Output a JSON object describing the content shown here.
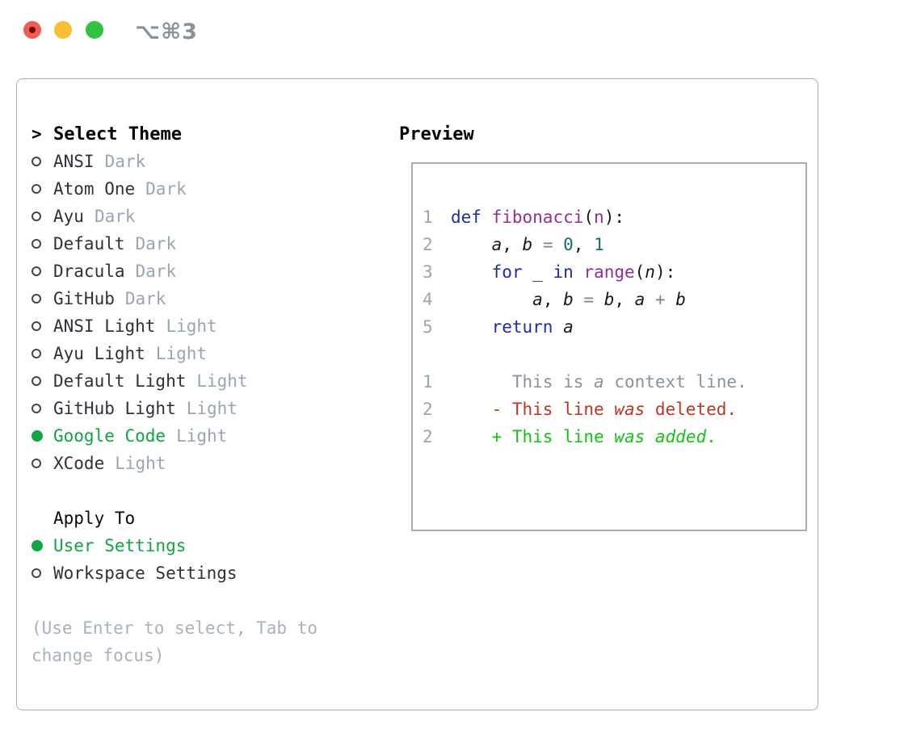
{
  "window": {
    "shortcut_label": "⌥⌘3",
    "traffic_lights": [
      {
        "name": "close",
        "color": "#f15b51"
      },
      {
        "name": "minimize",
        "color": "#f7bd33"
      },
      {
        "name": "zoom",
        "color": "#2fc33f"
      }
    ]
  },
  "theme_panel": {
    "cursor": ">",
    "title": "Select Theme",
    "items": [
      {
        "name": "ANSI",
        "variant": "Dark",
        "selected": false
      },
      {
        "name": "Atom One",
        "variant": "Dark",
        "selected": false
      },
      {
        "name": "Ayu",
        "variant": "Dark",
        "selected": false
      },
      {
        "name": "Default",
        "variant": "Dark",
        "selected": false
      },
      {
        "name": "Dracula",
        "variant": "Dark",
        "selected": false
      },
      {
        "name": "GitHub",
        "variant": "Dark",
        "selected": false
      },
      {
        "name": "ANSI Light",
        "variant": "Light",
        "selected": false
      },
      {
        "name": "Ayu Light",
        "variant": "Light",
        "selected": false
      },
      {
        "name": "Default Light",
        "variant": "Light",
        "selected": false
      },
      {
        "name": "GitHub Light",
        "variant": "Light",
        "selected": false
      },
      {
        "name": "Google Code",
        "variant": "Light",
        "selected": true
      },
      {
        "name": "XCode",
        "variant": "Light",
        "selected": false
      }
    ]
  },
  "apply_panel": {
    "title": "Apply To",
    "options": [
      {
        "label": "User Settings",
        "selected": true
      },
      {
        "label": "Workspace Settings",
        "selected": false
      }
    ]
  },
  "help_text": "(Use Enter to select, Tab to change focus)",
  "preview": {
    "title": "Preview",
    "lines": [
      {
        "num": "1",
        "tokens": [
          [
            "kw",
            "def"
          ],
          [
            "plain",
            " "
          ],
          [
            "fn",
            "fibonacci"
          ],
          [
            "plain",
            "("
          ],
          [
            "fn",
            "n"
          ],
          [
            "plain",
            "):"
          ]
        ]
      },
      {
        "num": "2",
        "tokens": [
          [
            "plain",
            "    "
          ],
          [
            "var",
            "a"
          ],
          [
            "plain",
            ", "
          ],
          [
            "var",
            "b"
          ],
          [
            "op",
            " = "
          ],
          [
            "num",
            "0"
          ],
          [
            "plain",
            ", "
          ],
          [
            "num",
            "1"
          ]
        ]
      },
      {
        "num": "3",
        "tokens": [
          [
            "plain",
            "    "
          ],
          [
            "kw",
            "for"
          ],
          [
            "plain",
            " _ "
          ],
          [
            "kw",
            "in"
          ],
          [
            "plain",
            " "
          ],
          [
            "fn",
            "range"
          ],
          [
            "plain",
            "("
          ],
          [
            "var",
            "n"
          ],
          [
            "plain",
            "):"
          ]
        ]
      },
      {
        "num": "4",
        "tokens": [
          [
            "plain",
            "        "
          ],
          [
            "var",
            "a"
          ],
          [
            "plain",
            ", "
          ],
          [
            "var",
            "b"
          ],
          [
            "op",
            " = "
          ],
          [
            "var",
            "b"
          ],
          [
            "plain",
            ", "
          ],
          [
            "var",
            "a"
          ],
          [
            "op",
            " + "
          ],
          [
            "var",
            "b"
          ]
        ]
      },
      {
        "num": "5",
        "tokens": [
          [
            "plain",
            "    "
          ],
          [
            "kw",
            "return"
          ],
          [
            "plain",
            " "
          ],
          [
            "var",
            "a"
          ]
        ]
      },
      {
        "num": "",
        "tokens": []
      },
      {
        "num": "1",
        "tokens": [
          [
            "ctx",
            "      This is "
          ],
          [
            "ctxi",
            "a"
          ],
          [
            "ctx",
            " context line."
          ]
        ]
      },
      {
        "num": "2",
        "tokens": [
          [
            "del",
            "    - This line "
          ],
          [
            "deli",
            "was"
          ],
          [
            "del",
            " deleted."
          ]
        ]
      },
      {
        "num": "2",
        "tokens": [
          [
            "add",
            "    + This line "
          ],
          [
            "addi",
            "was"
          ],
          [
            "add",
            " "
          ],
          [
            "addi",
            "added"
          ],
          [
            "add",
            "."
          ]
        ]
      }
    ]
  },
  "colors": {
    "accent_green": "#10a540",
    "diff_added_green": "#16c116",
    "diff_deleted_red": "#c23422",
    "keyword_blue": "#1e2bac",
    "function_purple": "#962e96",
    "number_teal": "#0d6f6f",
    "muted_gray": "#9aa5b3",
    "border_gray": "#a7aeb8"
  }
}
